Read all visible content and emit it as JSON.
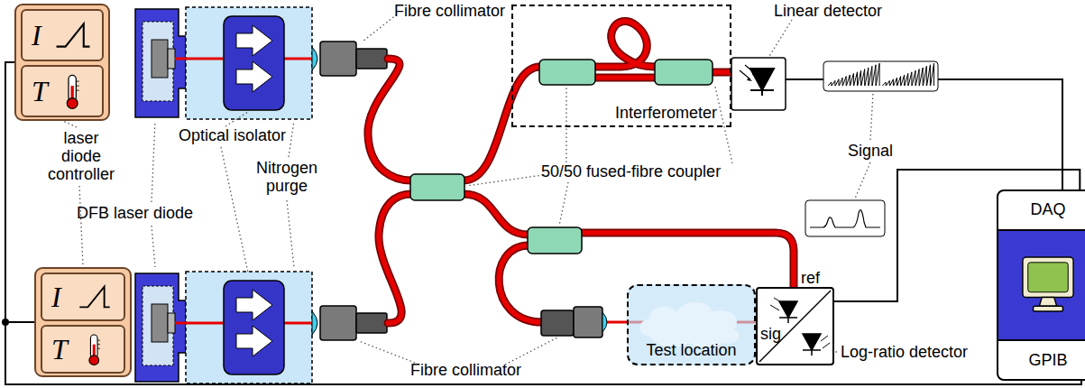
{
  "diagram": {
    "nodes": [
      {
        "text": [
          "I",
          "T"
        ]
      },
      {
        "text": [
          "I",
          "T"
        ]
      },
      {
        "text": [
          "Interferometer"
        ]
      },
      {
        "text": [
          "Test location"
        ]
      },
      {
        "text": [
          "ref",
          "sig"
        ]
      },
      {
        "text": [
          "DAQ",
          "GPIB"
        ]
      }
    ],
    "edges": [
      {
        "from": 5,
        "to": 0,
        "arrow": "none"
      },
      {
        "from": 5,
        "to": 1,
        "arrow": "none"
      },
      {
        "from": 4,
        "to": 5,
        "arrow": "none"
      }
    ],
    "labels": [
      "Fibre collimator",
      "Linear detector",
      "Signal",
      "50/50 fused-fibre coupler",
      "laser diode controller",
      "Optical isolator",
      "Nitrogen purge",
      "DFB laser diode",
      "Fibre collimator",
      "Log-ratio detector"
    ]
  }
}
